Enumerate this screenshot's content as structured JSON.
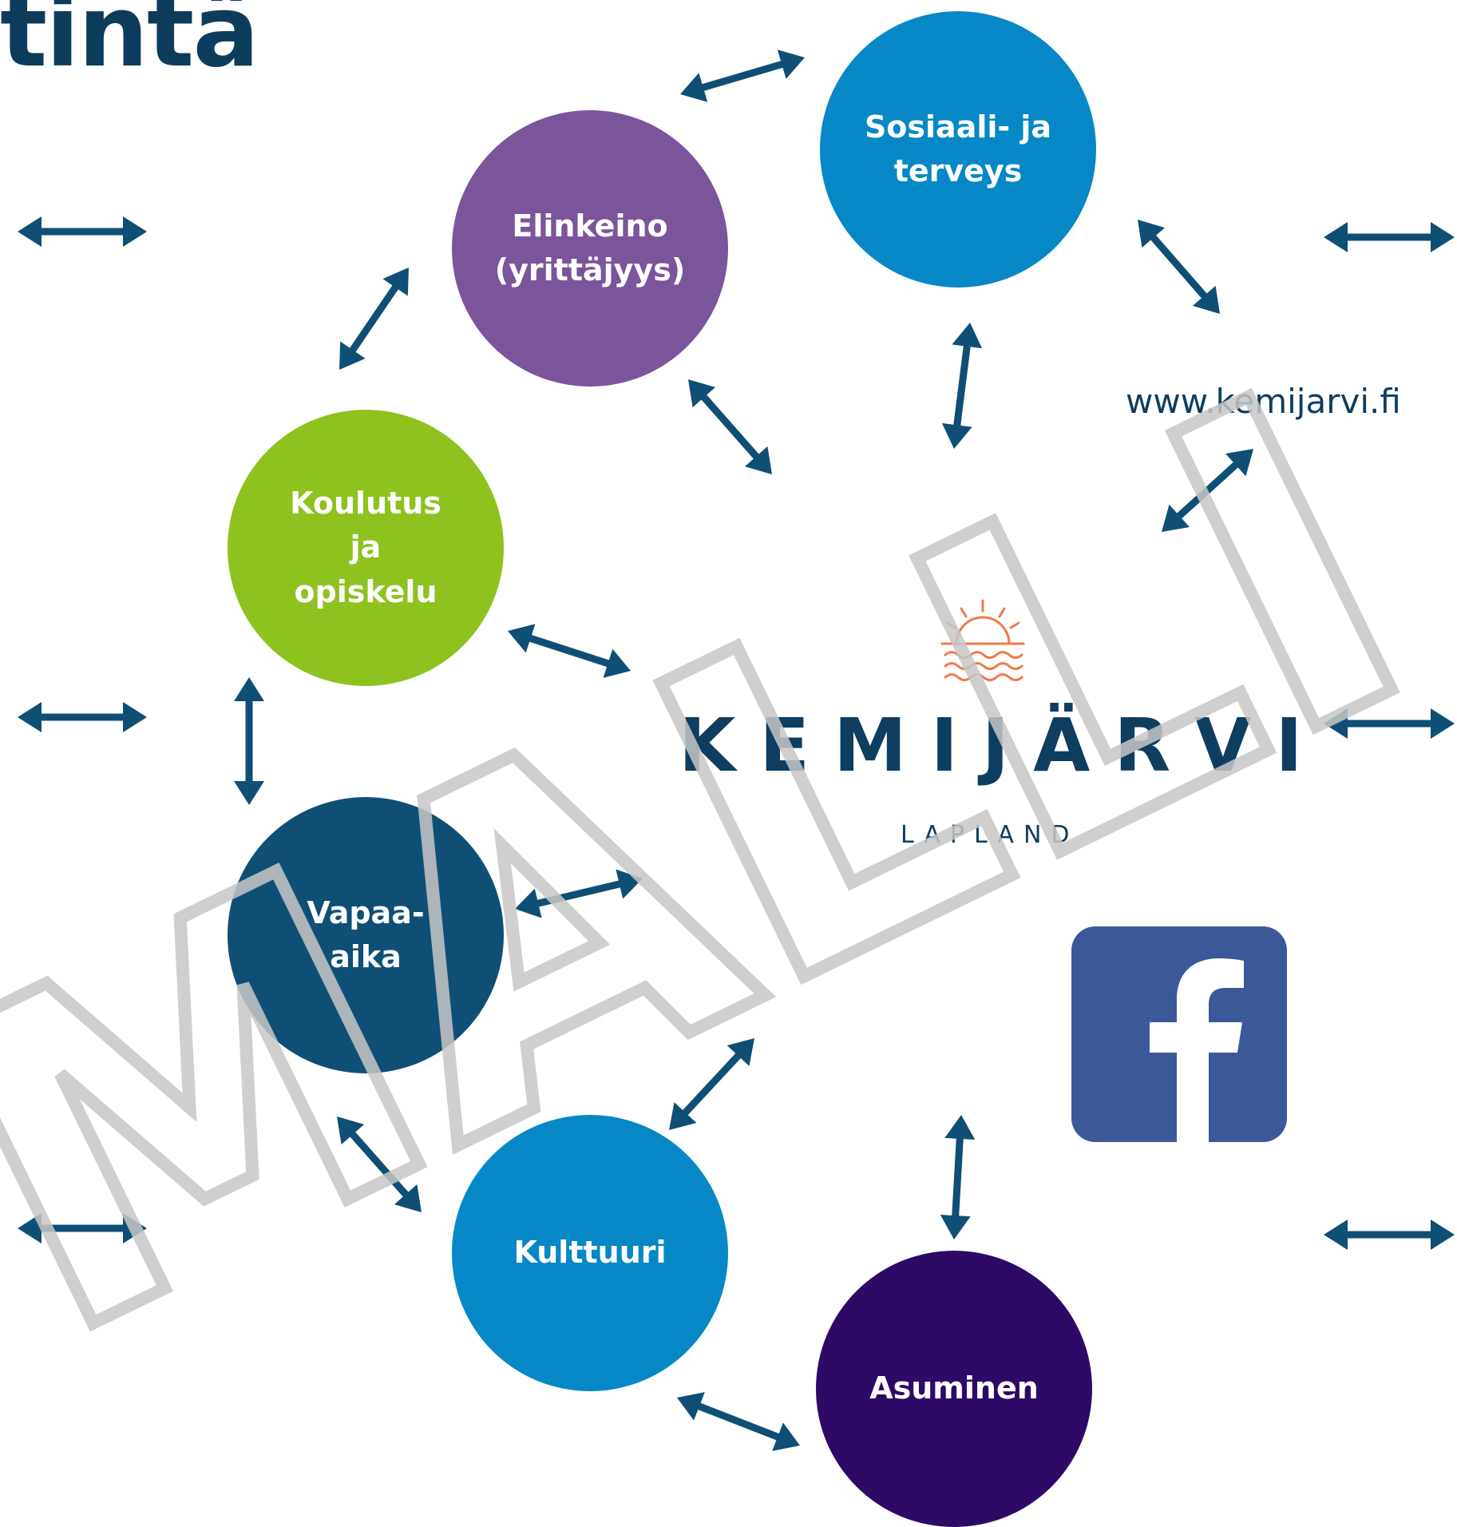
{
  "title": "tintä",
  "nodes": [
    {
      "id": "sosiaali",
      "label": "Sosiaali- ja\nterveys",
      "color": "#0688c6"
    },
    {
      "id": "elinkeino",
      "label": "Elinkeino\n(yrittäjyys)",
      "color": "#7b559b"
    },
    {
      "id": "koulutus",
      "label": "Koulutus\nja\nopiskelu",
      "color": "#8dc21f"
    },
    {
      "id": "vapaa",
      "label": "Vapaa-\naika",
      "color": "#0f4f75"
    },
    {
      "id": "kulttuuri",
      "label": "Kulttuuri",
      "color": "#0688c6"
    },
    {
      "id": "asuminen",
      "label": "Asuminen",
      "color": "#2d0a66"
    }
  ],
  "url": "www.kemijarvi.fi",
  "logo": {
    "name": "KEMIJÄRVI",
    "tagline": "LAPLAND"
  },
  "watermark": "MALLI",
  "icons": {
    "facebook": "facebook-icon",
    "sun": "sunrise-icon"
  },
  "colors": {
    "arrow": "#0f4f75",
    "title": "#0d3b5c",
    "accent": "#f07a4a"
  }
}
